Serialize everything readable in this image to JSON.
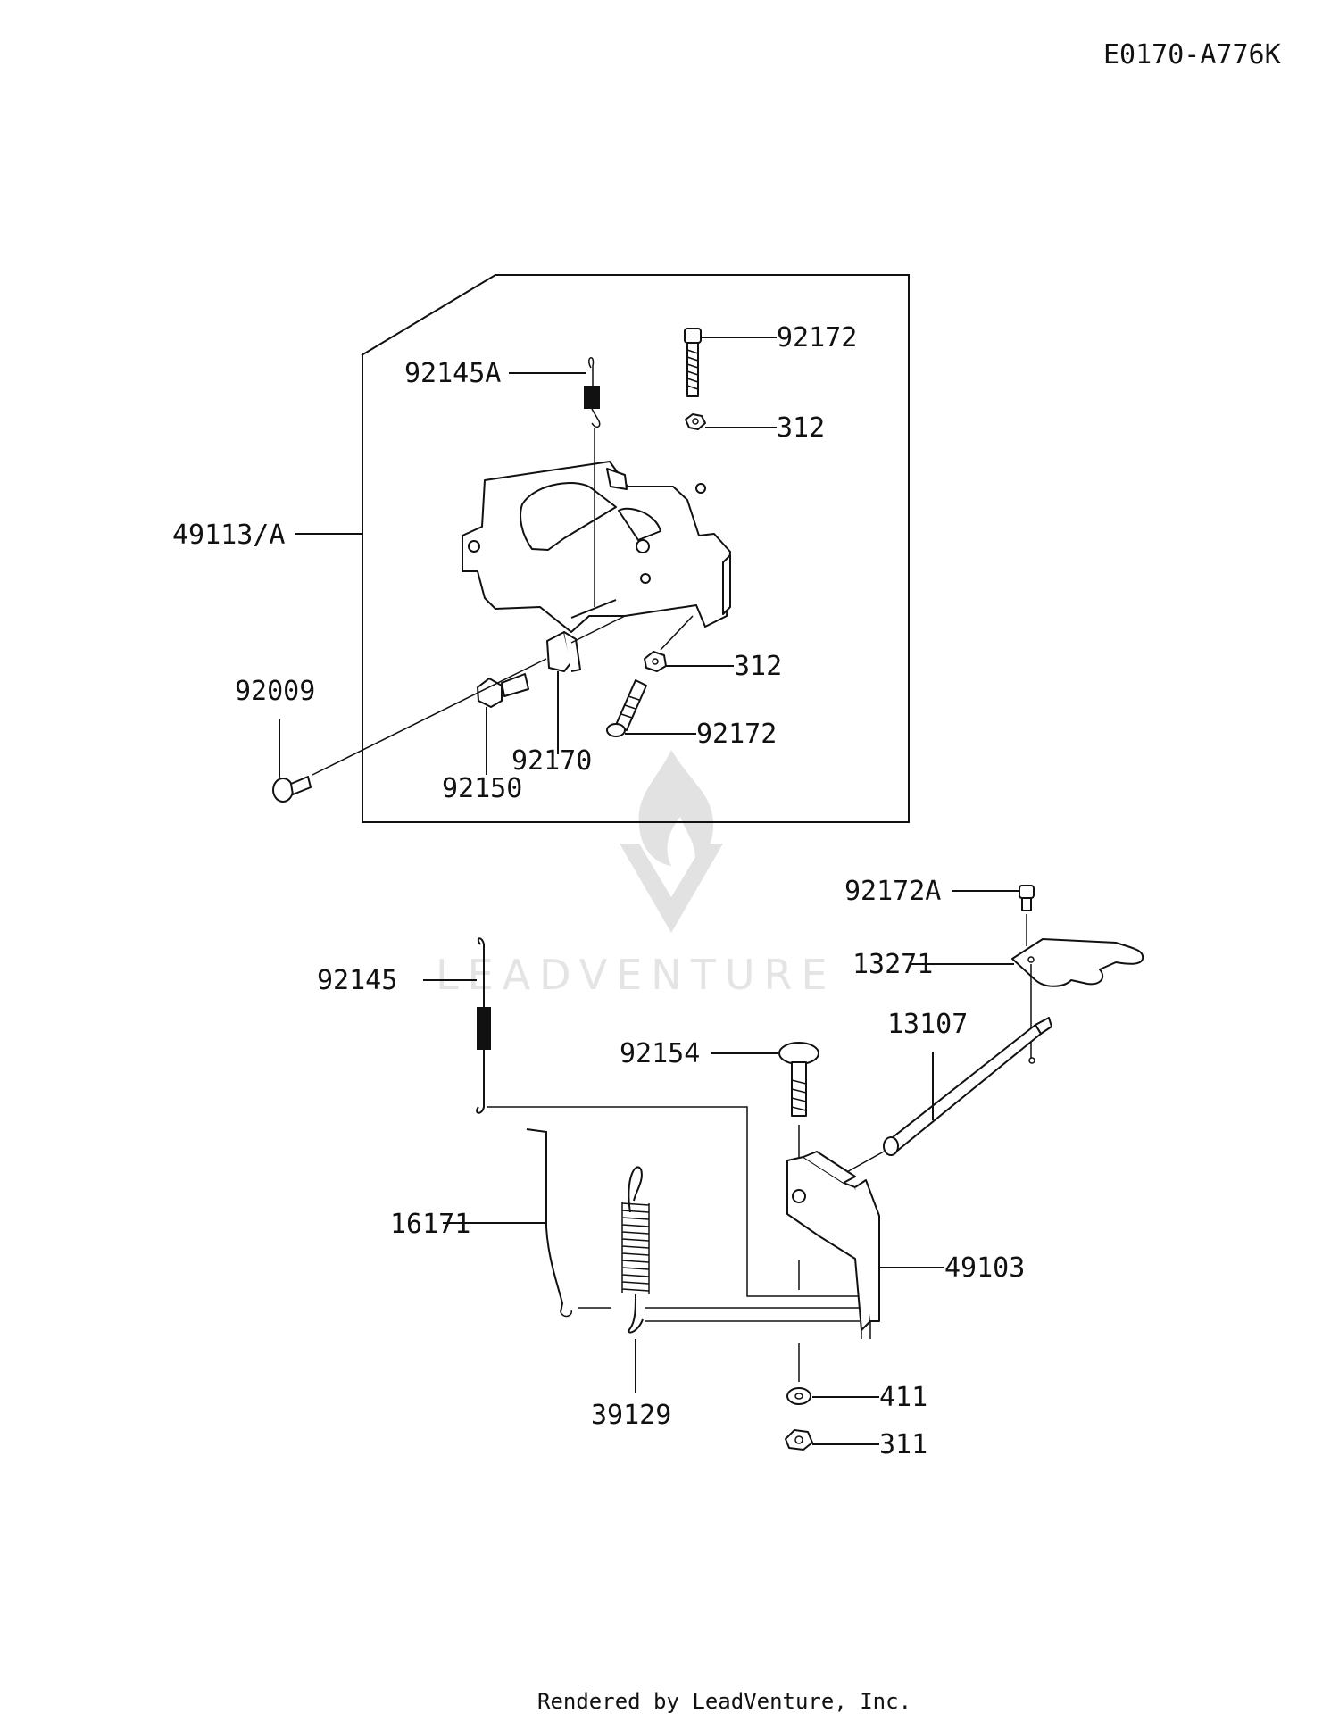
{
  "diagram_code": "E0170-A776K",
  "watermark": "LEADVENTURE",
  "footer": "Rendered by LeadVenture, Inc.",
  "labels": {
    "l_92145A": "92145A",
    "l_92172_top": "92172",
    "l_312_top": "312",
    "l_49113A": "49113/A",
    "l_312_mid": "312",
    "l_92009": "92009",
    "l_92172_mid": "92172",
    "l_92170": "92170",
    "l_92150": "92150",
    "l_92172A": "92172A",
    "l_13271": "13271",
    "l_92145": "92145",
    "l_13107": "13107",
    "l_92154": "92154",
    "l_16171": "16171",
    "l_49103": "49103",
    "l_411": "411",
    "l_39129": "39129",
    "l_311": "311"
  }
}
